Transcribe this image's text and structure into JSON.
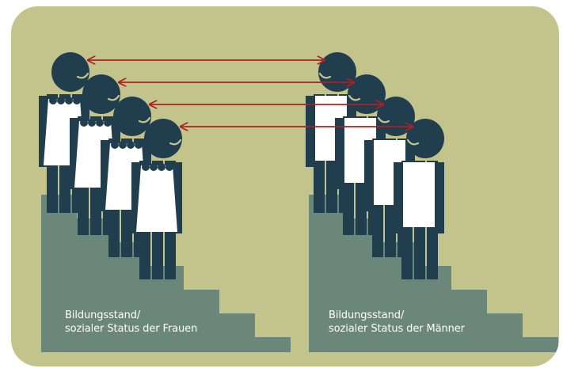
{
  "colors": {
    "background": "#c2c48c",
    "stairs": "#6a8779",
    "head": "#213e4f",
    "legs": "#213e4f",
    "shirt": "#ffffff",
    "arrow": "#b01f24"
  },
  "icons": [
    "person-figure-icon",
    "double-headed-arrow-icon"
  ],
  "labels": {
    "women_line1": "Bildungsstand/",
    "women_line2": "sozialer Status der Frauen",
    "men_line1": "Bildungsstand/",
    "men_line2": "sozialer Status der Männer"
  },
  "figures": {
    "women_count": 4,
    "men_count": 4
  },
  "arrows": {
    "count": 4
  }
}
